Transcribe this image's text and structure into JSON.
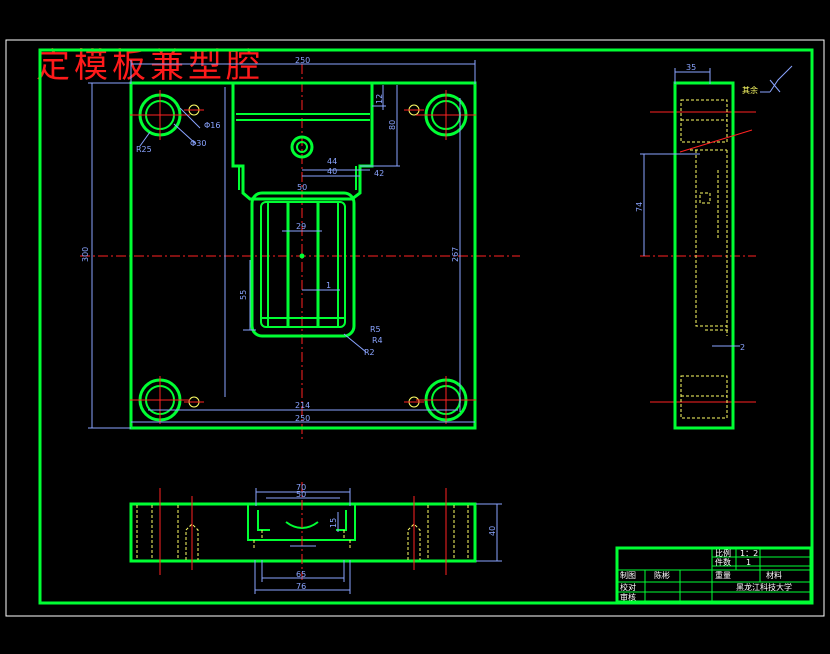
{
  "title": "定模板兼型腔",
  "colors": {
    "background": "#000000",
    "outline": "#00ff33",
    "dimension": "#8aa4ff",
    "centerline": "#ff2222",
    "hidden": "#ffff66",
    "title": "#ff1a1a"
  },
  "dims": {
    "top_width": "250",
    "left_height": "300",
    "bottom_width": "250",
    "inner_width": "214",
    "right_height": "267",
    "small_12": "12",
    "dim_80": "80",
    "dim_42": "42",
    "dim_44": "44",
    "dim_40": "40",
    "dim_50": "50",
    "dim_1": "1",
    "dim_55": "55",
    "dim_29": "29",
    "phi_30": "Φ30",
    "phi_16": "Φ16",
    "r_label": "R25",
    "r4": "R5",
    "r3": "R4",
    "r2": "R2",
    "side_35": "35",
    "side_74": "74",
    "side_2": "2",
    "side_label": "其余",
    "bot_70": "70",
    "bot_50": "50",
    "bot_15": "15",
    "bot_65": "65",
    "bot_76": "76",
    "bot_40": "40"
  },
  "title_block": {
    "scale_label": "比例",
    "scale_value": "1：2",
    "count_label": "件数",
    "count_value": "1",
    "weight_label": "重量",
    "material_label": "材料",
    "drawn_label": "制图",
    "drawn_value": "陈彬",
    "check_label": "校对",
    "approve_label": "审核",
    "school": "黑龙江科技大学"
  }
}
